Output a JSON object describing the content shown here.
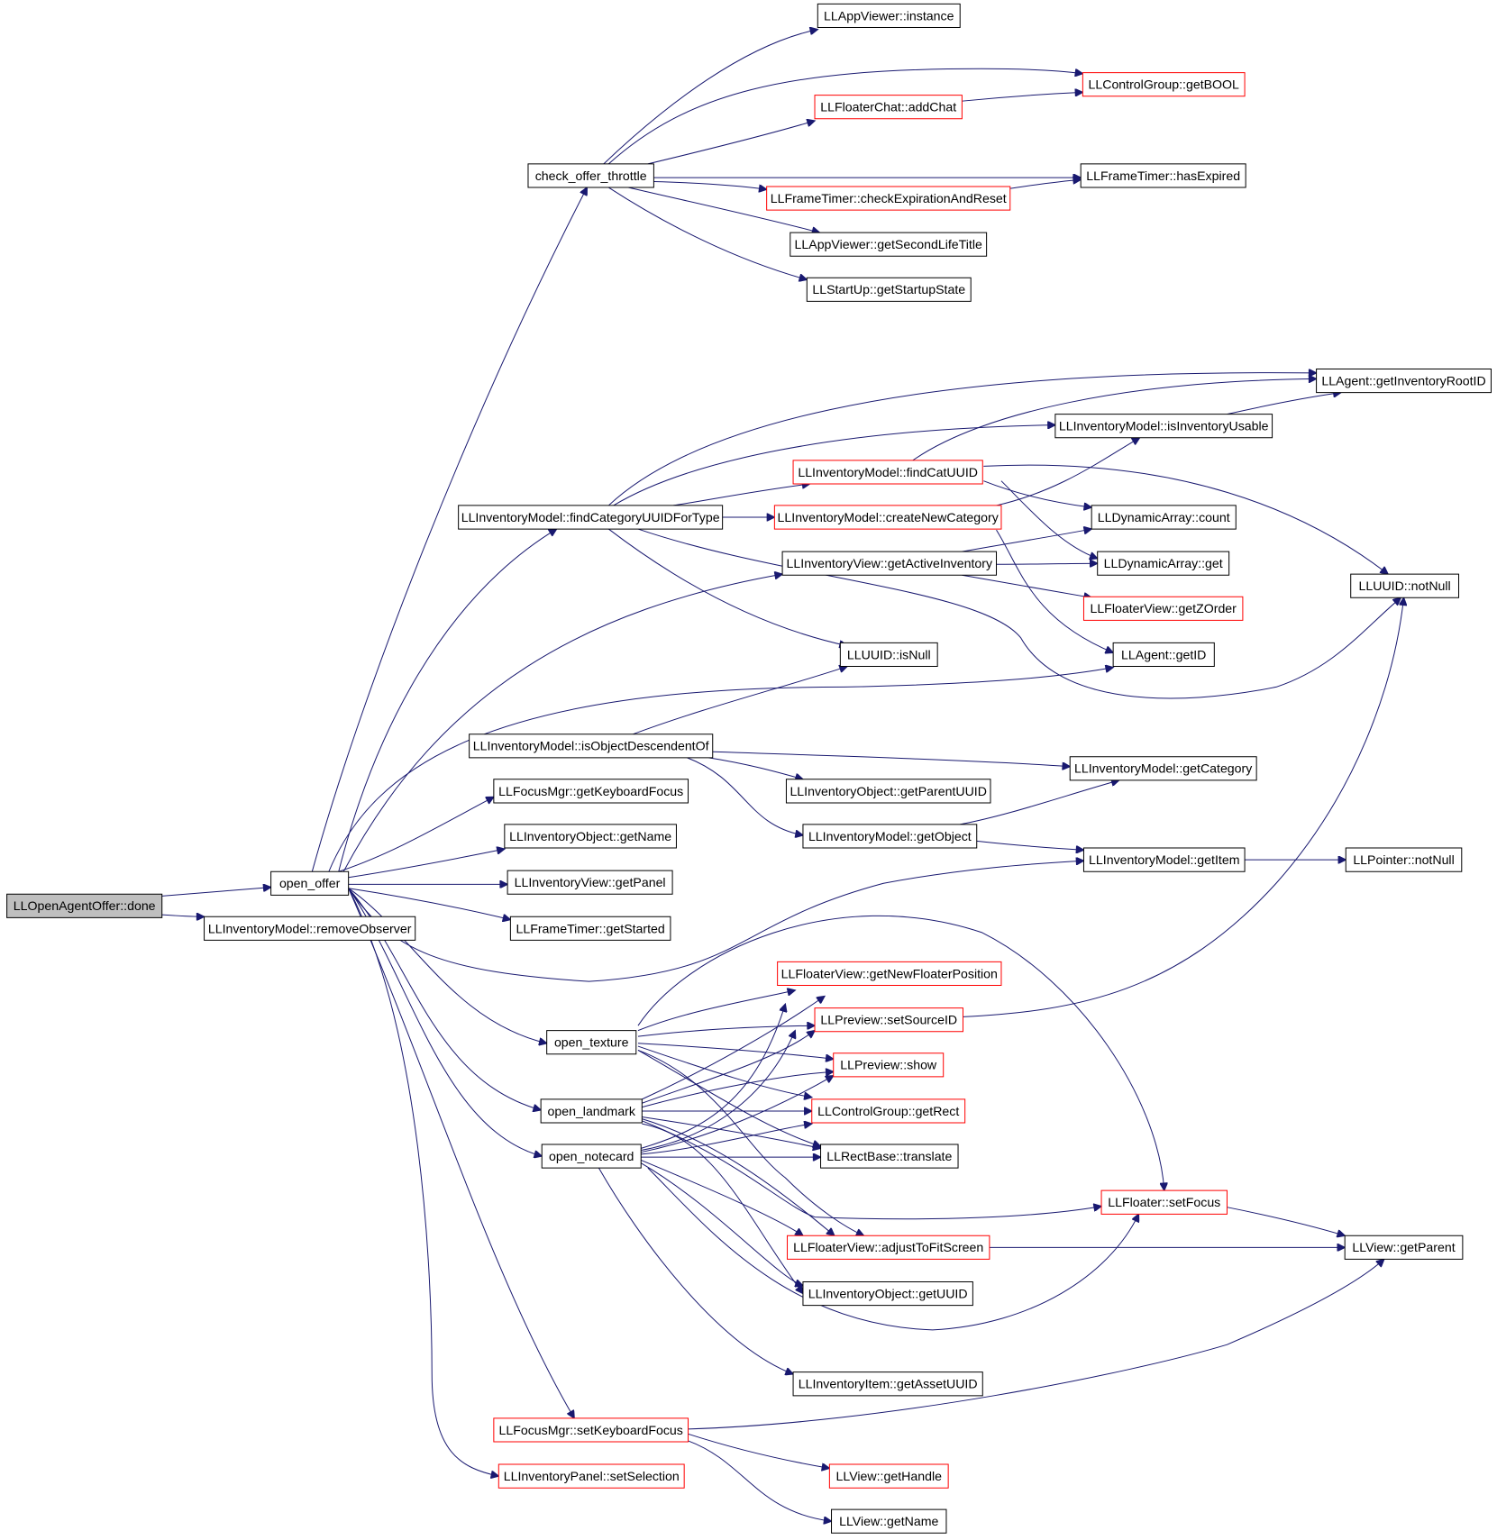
{
  "graph": {
    "colors": {
      "edge": "#191970",
      "node_border": "#000000",
      "truncated_border": "#ff0000",
      "root_fill": "#bfbfbf"
    },
    "nodes": {
      "done": "LLOpenAgentOffer::done",
      "open_offer": "open_offer",
      "removeObserver": "LLInventoryModel::removeObserver",
      "check_offer_throttle": "check_offer_throttle",
      "instance": "LLAppViewer::instance",
      "getBOOL": "LLControlGroup::getBOOL",
      "addChat": "LLFloaterChat::addChat",
      "hasExpired": "LLFrameTimer::hasExpired",
      "checkExpiration": "LLFrameTimer::checkExpirationAndReset",
      "getSecondLifeTitle": "LLAppViewer::getSecondLifeTitle",
      "getStartupState": "LLStartUp::getStartupState",
      "getInventoryRootID": "LLAgent::getInventoryRootID",
      "isInventoryUsable": "LLInventoryModel::isInventoryUsable",
      "findCatUUID": "LLInventoryModel::findCatUUID",
      "findCategoryUUIDForType": "LLInventoryModel::findCategoryUUIDForType",
      "createNewCategory": "LLInventoryModel::createNewCategory",
      "da_count": "LLDynamicArray::count",
      "getActiveInventory": "LLInventoryView::getActiveInventory",
      "da_get": "LLDynamicArray::get",
      "uuid_notNull": "LLUUID::notNull",
      "getZOrder": "LLFloaterView::getZOrder",
      "isNull": "LLUUID::isNull",
      "agent_getID": "LLAgent::getID",
      "isObjectDescendentOf": "LLInventoryModel::isObjectDescendentOf",
      "getCategory": "LLInventoryModel::getCategory",
      "getKeyboardFocus": "LLFocusMgr::getKeyboardFocus",
      "getParentUUID": "LLInventoryObject::getParentUUID",
      "inv_getName": "LLInventoryObject::getName",
      "getObject": "LLInventoryModel::getObject",
      "getPanel": "LLInventoryView::getPanel",
      "getItem": "LLInventoryModel::getItem",
      "ptr_notNull": "LLPointer::notNull",
      "getStarted": "LLFrameTimer::getStarted",
      "getNewFloaterPosition": "LLFloaterView::getNewFloaterPosition",
      "open_texture": "open_texture",
      "setSourceID": "LLPreview::setSourceID",
      "show": "LLPreview::show",
      "open_landmark": "open_landmark",
      "getRect": "LLControlGroup::getRect",
      "open_notecard": "open_notecard",
      "translate": "LLRectBase::translate",
      "setFocus": "LLFloater::setFocus",
      "adjustToFitScreen": "LLFloaterView::adjustToFitScreen",
      "getParent": "LLView::getParent",
      "getUUID": "LLInventoryObject::getUUID",
      "getAssetUUID": "LLInventoryItem::getAssetUUID",
      "setKeyboardFocus": "LLFocusMgr::setKeyboardFocus",
      "getHandle": "LLView::getHandle",
      "setSelection": "LLInventoryPanel::setSelection",
      "getName": "LLView::getName"
    }
  }
}
